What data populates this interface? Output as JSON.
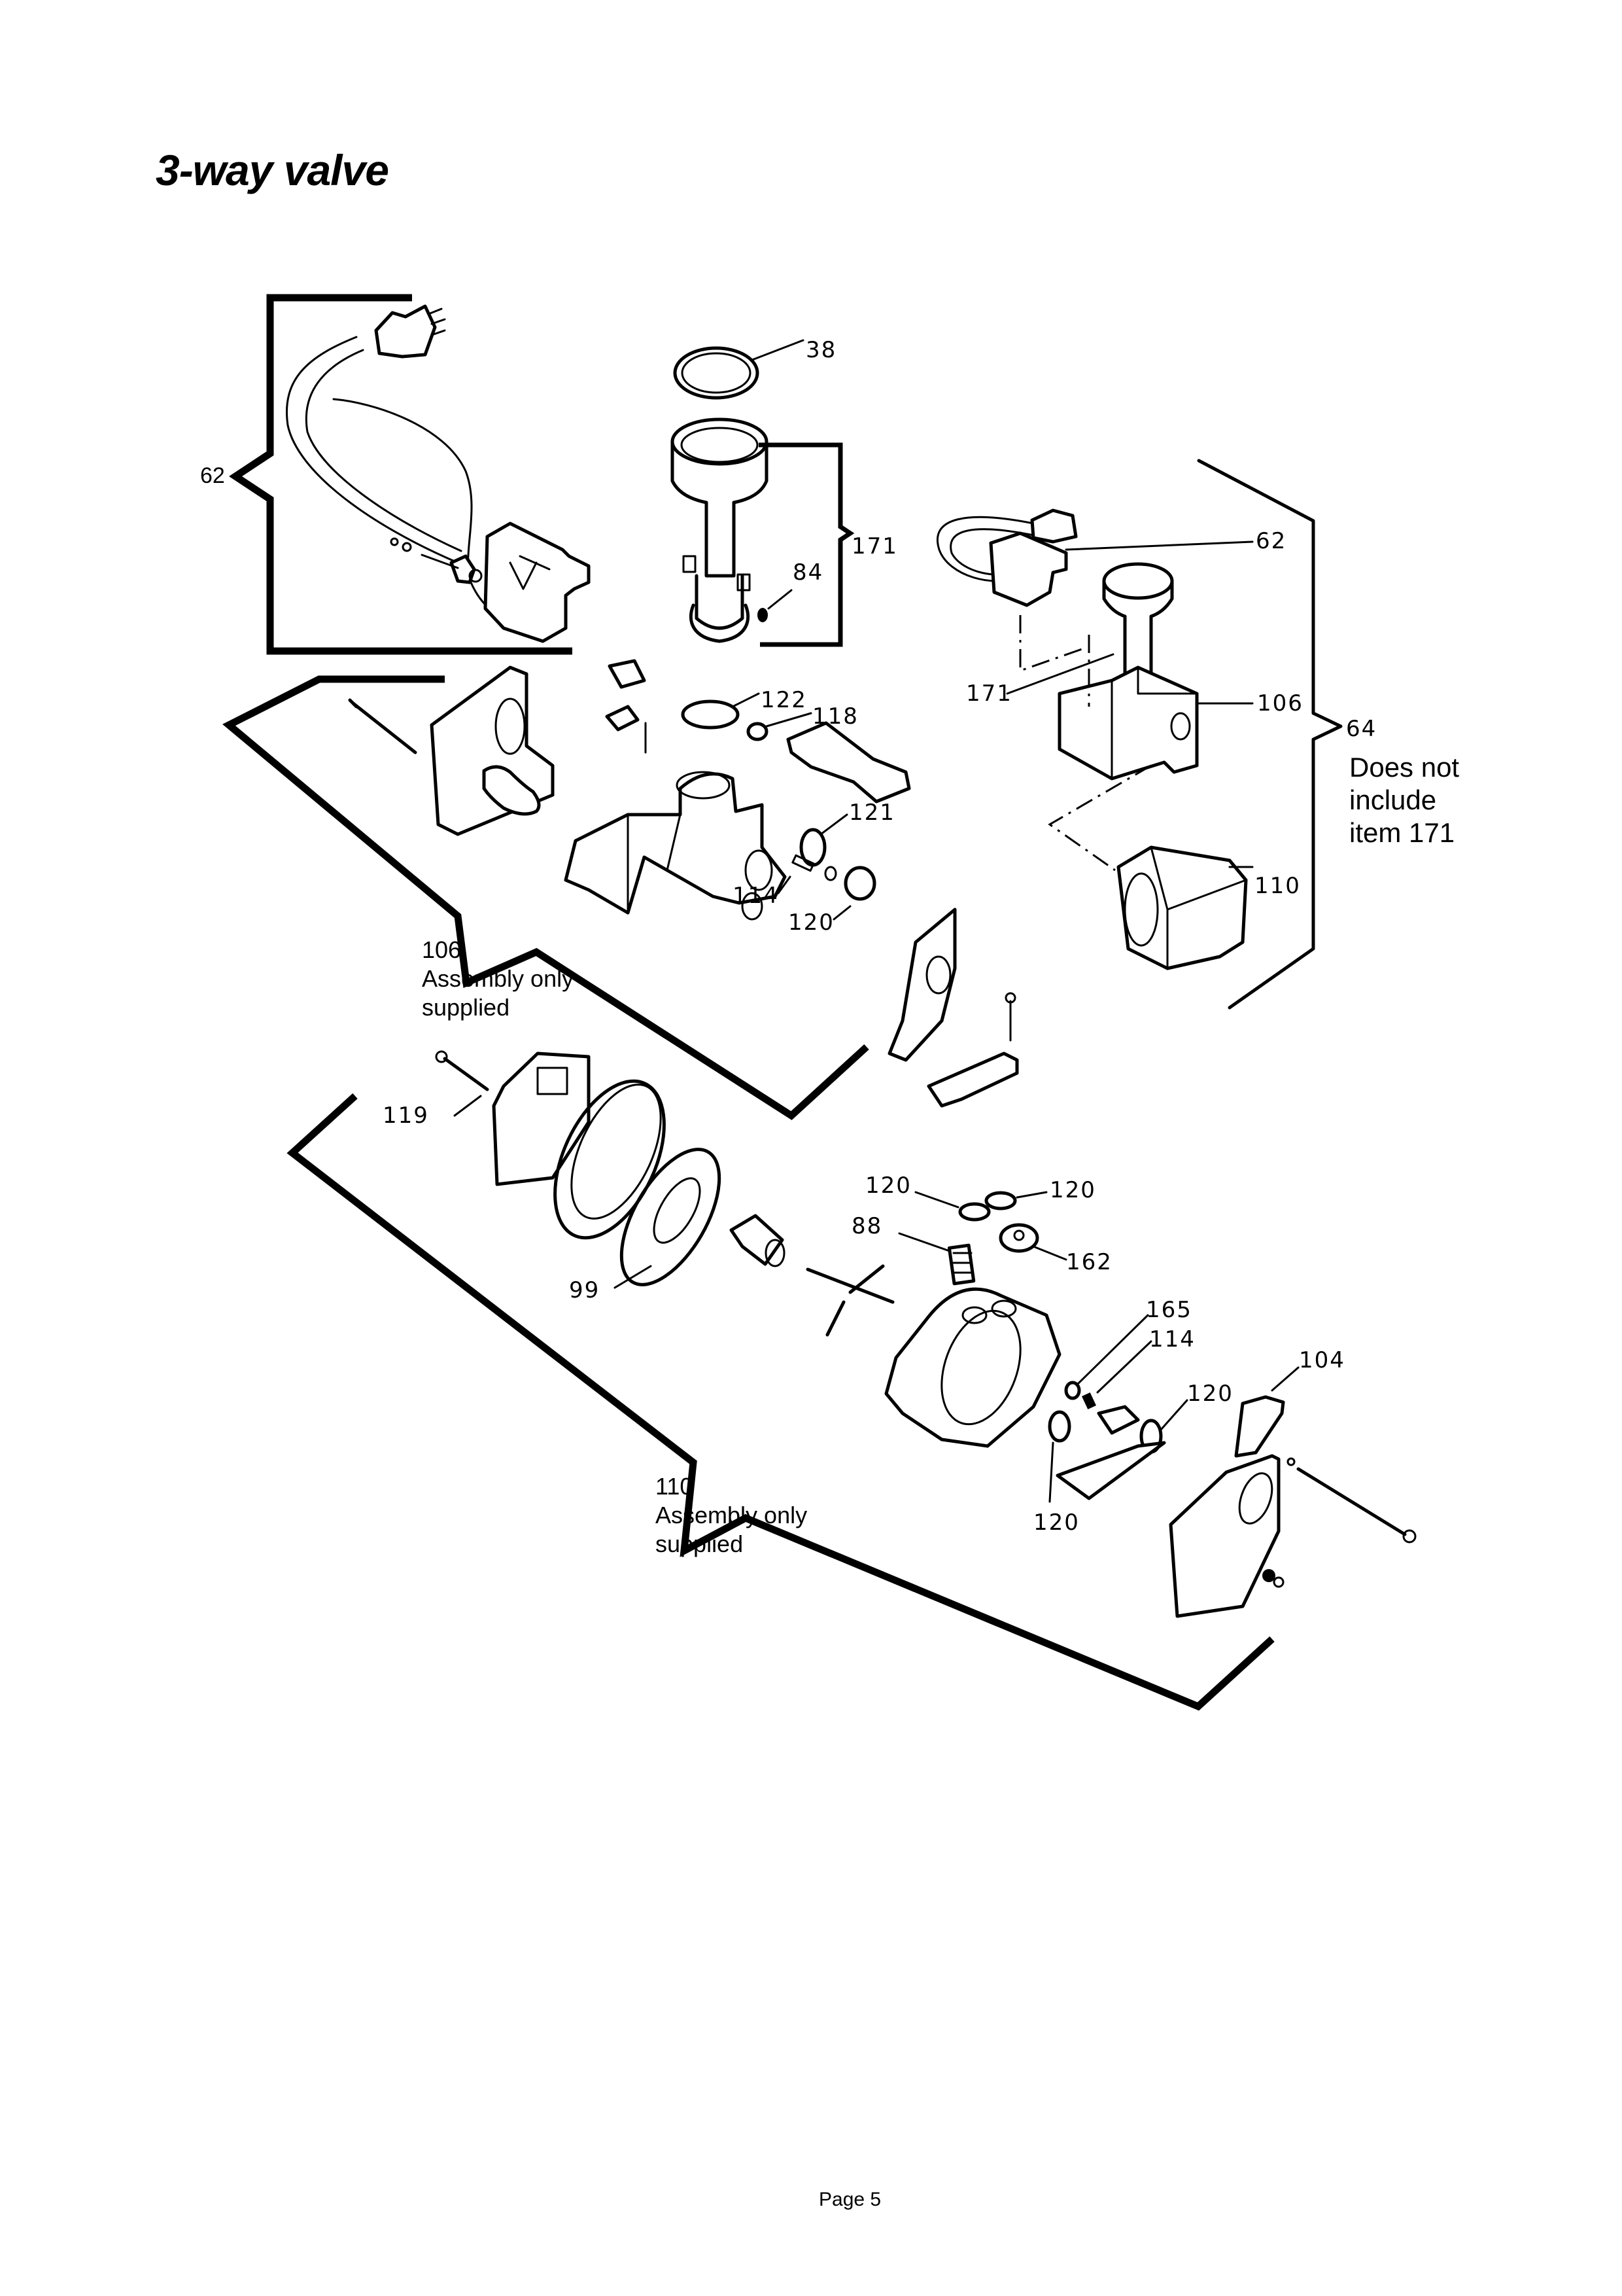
{
  "page": {
    "title": "3-way valve",
    "footer": "Page 5"
  },
  "diagram": {
    "callouts": [
      {
        "id": "c38",
        "label": "38"
      },
      {
        "id": "c62a",
        "label": "62"
      },
      {
        "id": "c171a",
        "label": "171"
      },
      {
        "id": "c84",
        "label": "84"
      },
      {
        "id": "c62b",
        "label": "62"
      },
      {
        "id": "c171b",
        "label": "171"
      },
      {
        "id": "c106b",
        "label": "106"
      },
      {
        "id": "c64",
        "label": "64"
      },
      {
        "id": "c110b",
        "label": "110"
      },
      {
        "id": "c122",
        "label": "122"
      },
      {
        "id": "c118",
        "label": "118"
      },
      {
        "id": "c121",
        "label": "121"
      },
      {
        "id": "c114a",
        "label": "114"
      },
      {
        "id": "c120a",
        "label": "120"
      },
      {
        "id": "c119",
        "label": "119"
      },
      {
        "id": "c99",
        "label": "99"
      },
      {
        "id": "c120b",
        "label": "120"
      },
      {
        "id": "c120c",
        "label": "120"
      },
      {
        "id": "c88",
        "label": "88"
      },
      {
        "id": "c162",
        "label": "162"
      },
      {
        "id": "c165",
        "label": "165"
      },
      {
        "id": "c114b",
        "label": "114"
      },
      {
        "id": "c104",
        "label": "104"
      },
      {
        "id": "c120d",
        "label": "120"
      },
      {
        "id": "c120e",
        "label": "120"
      }
    ],
    "notes": {
      "item64": [
        "Does not",
        "include",
        "item 171"
      ],
      "assembly106": {
        "number": "106",
        "lines": [
          "Assembly only",
          "supplied"
        ]
      },
      "assembly110": {
        "number": "110",
        "lines": [
          "Assembly only",
          "supplied"
        ]
      }
    },
    "parts": [
      "wiring-harness-62",
      "o-ring-38",
      "union-fitting-171",
      "washer-84",
      "valve-assembly-64",
      "valve-body-106",
      "actuator-110",
      "mounting-plate",
      "microswitch",
      "o-ring-122",
      "cap-118",
      "spring-plate",
      "o-ring-121",
      "spring-114",
      "seal-120",
      "bracket",
      "bolt-119",
      "cover-plate",
      "diaphragm-99",
      "filter-88",
      "bush-162",
      "housing",
      "clip-165",
      "lever-104",
      "end-plate"
    ]
  }
}
